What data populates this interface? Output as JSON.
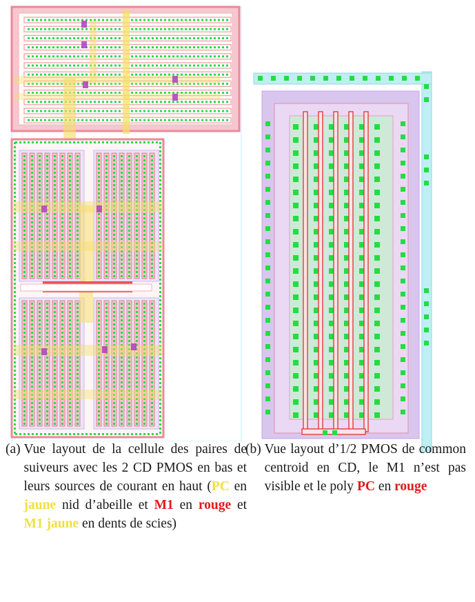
{
  "colors": {
    "poly_pc_red": "#e03c3c",
    "m1_yellow": "#f5df6a",
    "diffusion_pink": "#f2a7b8",
    "contact_green": "#22dd44",
    "via_purple": "#b03cc8",
    "nwell_lavender": "#d9c6ef",
    "metal_cyan": "#bfeef3",
    "caption_text": "#1a1a1a",
    "highlight_yellow": "#f0e040",
    "highlight_red": "#e01a1a"
  },
  "figure_a": {
    "label": "(a)",
    "caption": {
      "t1": "Vue layout de la cellule des paires de suiveurs avec les 2 CD PMOS en bas et leurs sources de courant en haut (",
      "pc": "PC",
      "t2": " en ",
      "jaune1": "jaune",
      "t3": " nid d’abeille et ",
      "m1": "M1",
      "t4": " en ",
      "rouge": "rouge",
      "t5": " et ",
      "m1_jaune": "M1 jaune",
      "t6": " en dents de scies)"
    }
  },
  "figure_b": {
    "label": "(b)",
    "caption": {
      "t1": "Vue layout d’1/2 PMOS de common centroid en CD, le M1 n’est pas visible et le poly ",
      "pc": "PC",
      "t2": " en ",
      "rouge": "rouge"
    }
  }
}
